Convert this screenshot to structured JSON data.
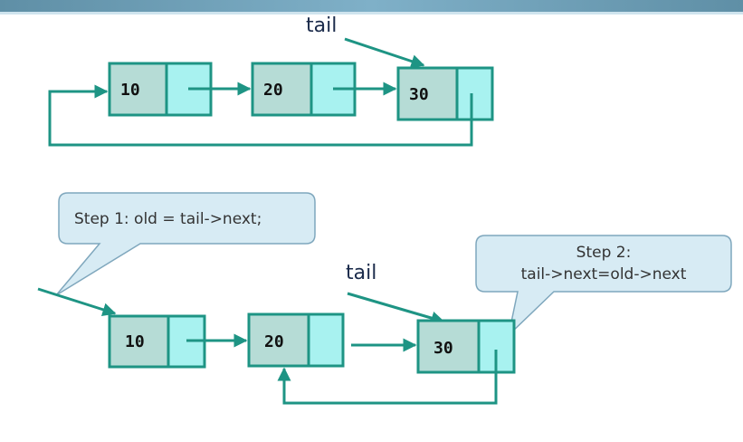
{
  "colors": {
    "stroke": "#1e9484",
    "node_value_fill": "#b6dcd6",
    "node_next_fill": "#a8f2f0",
    "callout_fill": "#d7ebf4",
    "callout_stroke": "#7fa7bd",
    "tail_text": "#1a2a4a"
  },
  "diagram_top": {
    "tail_label": "tail",
    "nodes": [
      {
        "value": "10"
      },
      {
        "value": "20"
      },
      {
        "value": "30"
      }
    ]
  },
  "diagram_bottom": {
    "tail_label": "tail",
    "nodes": [
      {
        "value": "10"
      },
      {
        "value": "20"
      },
      {
        "value": "30"
      }
    ],
    "callout_step1": {
      "text": "Step 1: old = tail->next;"
    },
    "callout_step2": {
      "line1": "Step 2:",
      "line2": "tail->next=old->next"
    }
  }
}
